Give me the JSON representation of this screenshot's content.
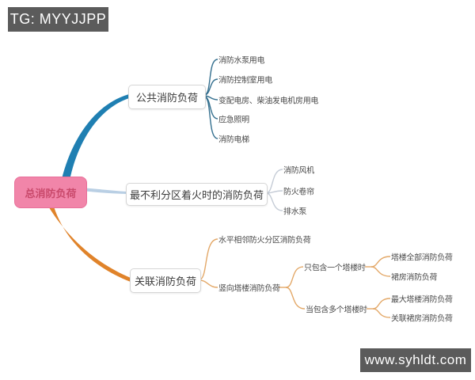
{
  "watermarks": {
    "top_left": "TG: MYYJJPP",
    "bottom_right": "www.syhldt.com"
  },
  "mindmap": {
    "root": {
      "label": "总消防负荷"
    },
    "branches": [
      {
        "label": "公共消防负荷",
        "color": "#1f7fb2",
        "children": [
          {
            "label": "消防水泵用电"
          },
          {
            "label": "消防控制室用电"
          },
          {
            "label": "变配电房、柴油发电机房用电"
          },
          {
            "label": "应急照明"
          },
          {
            "label": "消防电梯"
          }
        ]
      },
      {
        "label": "最不利分区着火时的消防负荷",
        "color": "#b9cfe4",
        "children": [
          {
            "label": "消防风机"
          },
          {
            "label": "防火卷帘"
          },
          {
            "label": "排水泵"
          }
        ]
      },
      {
        "label": "关联消防负荷",
        "color": "#e0832a",
        "children": [
          {
            "label": "水平相邻防火分区消防负荷"
          },
          {
            "label": "竖向塔楼消防负荷",
            "children": [
              {
                "label": "只包含一个塔楼时",
                "children": [
                  {
                    "label": "塔楼全部消防负荷"
                  },
                  {
                    "label": "裙房消防负荷"
                  }
                ]
              },
              {
                "label": "当包含多个塔楼时",
                "children": [
                  {
                    "label": "最大塔楼消防负荷"
                  },
                  {
                    "label": "关联裙房消防负荷"
                  }
                ]
              }
            ]
          }
        ]
      }
    ]
  },
  "colors": {
    "branch_public": "#1f7fb2",
    "branch_public_thin": "#35708f",
    "branch_worst": "#b9cfe4",
    "branch_worst_thin": "#c5ccd6",
    "branch_related": "#e0832a",
    "branch_related_thin": "#e3a868",
    "root_background": "#f185a9",
    "root_text": "#c9496b",
    "watermark_background": "#5b5b5b"
  }
}
